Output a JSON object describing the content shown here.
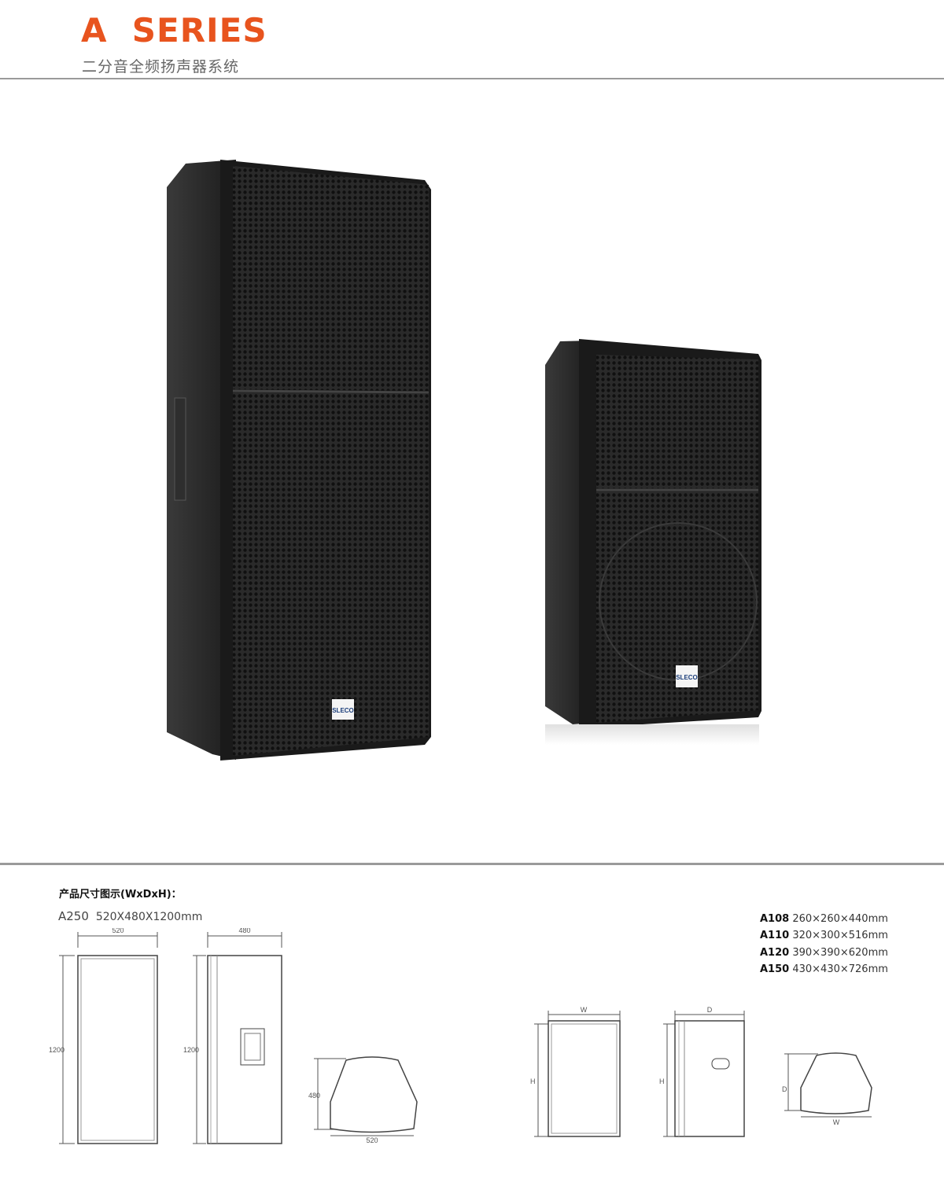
{
  "header": {
    "title": "A  SERIES",
    "subtitle": "二分音全频扬声器系统"
  },
  "product_images": {
    "large_speaker": {
      "logo": "SLECO"
    },
    "small_speaker": {
      "logo": "SLECO"
    }
  },
  "dimensions": {
    "heading": "产品尺寸图示(WxDxH)：",
    "a250": {
      "model": "A250",
      "size": "520X480X1200mm",
      "width": "520",
      "depth": "480",
      "height": "1200"
    },
    "specs": [
      {
        "model": "A108",
        "size": "260×260×440mm"
      },
      {
        "model": "A110",
        "size": "320×300×516mm"
      },
      {
        "model": "A120",
        "size": "390×390×620mm"
      },
      {
        "model": "A150",
        "size": "430×430×726mm"
      }
    ],
    "generic": {
      "w": "W",
      "d": "D",
      "h": "H"
    }
  },
  "colors": {
    "accent": "#e8541e",
    "rule": "#9a9a9a",
    "cabinet": "#1e1e1e"
  }
}
